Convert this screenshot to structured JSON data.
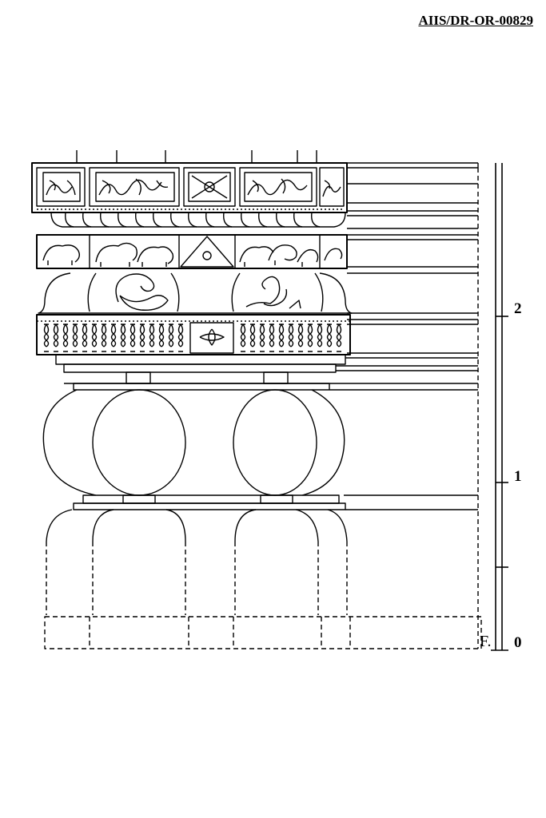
{
  "document": {
    "reference_id": "AIIS/DR-OR-00829"
  },
  "scale": {
    "marks": [
      "2",
      "1",
      "0"
    ]
  },
  "floor_marker": "F."
}
